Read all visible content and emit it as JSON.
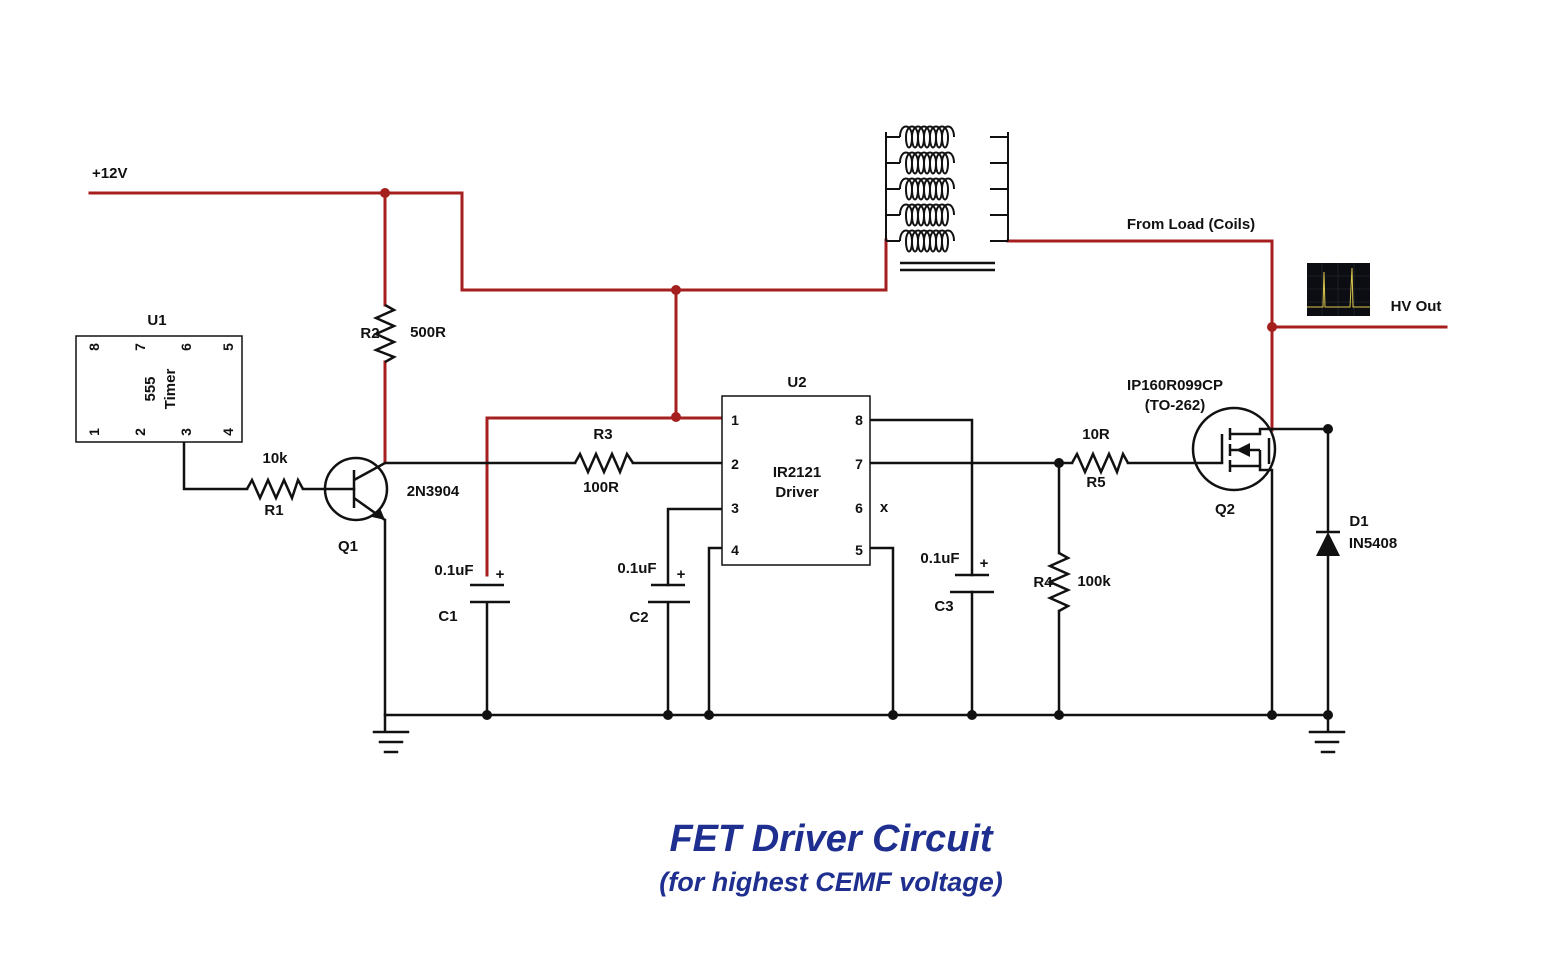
{
  "supply": {
    "label": "+12V"
  },
  "u1": {
    "ref": "U1",
    "name_line1": "555",
    "name_line2": "Timer",
    "pins_top": [
      "8",
      "7",
      "6",
      "5"
    ],
    "pins_bottom": [
      "1",
      "2",
      "3",
      "4"
    ]
  },
  "r1": {
    "value": "10k",
    "ref": "R1"
  },
  "r2": {
    "ref": "R2",
    "value": "500R"
  },
  "q1": {
    "part": "2N3904",
    "ref": "Q1"
  },
  "c1": {
    "value": "0.1uF",
    "ref": "C1",
    "polarity": "+"
  },
  "r3": {
    "ref": "R3",
    "value": "100R"
  },
  "c2": {
    "value": "0.1uF",
    "ref": "C2",
    "polarity": "+"
  },
  "u2": {
    "ref": "U2",
    "name_line1": "IR2121",
    "name_line2": "Driver",
    "pins_left": [
      "1",
      "2",
      "3",
      "4"
    ],
    "pins_right": [
      "8",
      "7",
      "6",
      "5"
    ],
    "nc_mark": "x"
  },
  "c3": {
    "value": "0.1uF",
    "ref": "C3",
    "polarity": "+"
  },
  "r4": {
    "ref": "R4",
    "value": "100k"
  },
  "r5": {
    "value": "10R",
    "ref": "R5"
  },
  "q2": {
    "part_line1": "IP160R099CP",
    "part_line2": "(TO-262)",
    "ref": "Q2"
  },
  "d1": {
    "ref": "D1",
    "part": "IN5408"
  },
  "load": {
    "label": "From Load (Coils)"
  },
  "output": {
    "label": "HV Out"
  },
  "title": {
    "main": "FET Driver Circuit",
    "sub": "(for highest CEMF voltage)"
  },
  "colors": {
    "supply_wire": "#a51f1f",
    "signal_wire": "#111111",
    "title": "#1f2f8f"
  }
}
